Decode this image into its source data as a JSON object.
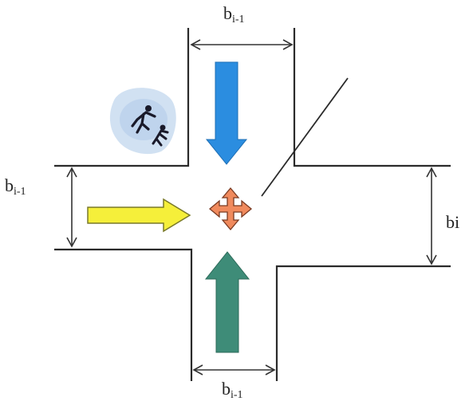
{
  "labels": {
    "top": {
      "base": "b",
      "sub": "i-1"
    },
    "left": {
      "base": "b",
      "sub": "i-1"
    },
    "right": {
      "base": "bi",
      "sub": ""
    },
    "bottom": {
      "base": "b",
      "sub": "i-1"
    }
  },
  "arrows": {
    "top": {
      "color": "#2b8de0",
      "direction": "down"
    },
    "left": {
      "color": "#f5ef3a",
      "direction": "right"
    },
    "bottom": {
      "color": "#3e8c78",
      "direction": "up"
    },
    "center": {
      "color": "#f08a5d",
      "shape": "four-way"
    }
  },
  "icons": {
    "pedestrians": "pedestrians-icon"
  },
  "colors": {
    "road_edge": "#2a2a2a",
    "dimension_line": "#333333",
    "icon_bg": "#c9dcf0"
  }
}
